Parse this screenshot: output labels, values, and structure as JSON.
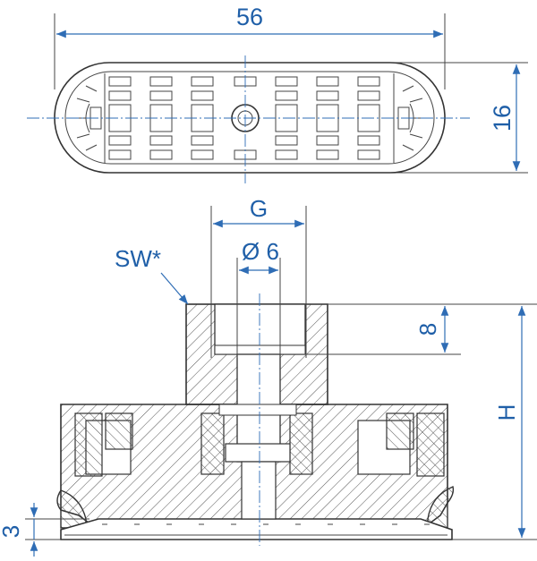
{
  "top_view": {
    "dim_length": "56",
    "dim_width": "16"
  },
  "side_view": {
    "dim_thread": "G",
    "dim_bore": "Ø 6",
    "wrench_label": "SW*",
    "dim_thread_depth": "8",
    "dim_height": "H",
    "dim_lip": "3"
  },
  "colors": {
    "dimension": "#2f6db5",
    "outline": "#333333",
    "hatch": "#555555"
  }
}
